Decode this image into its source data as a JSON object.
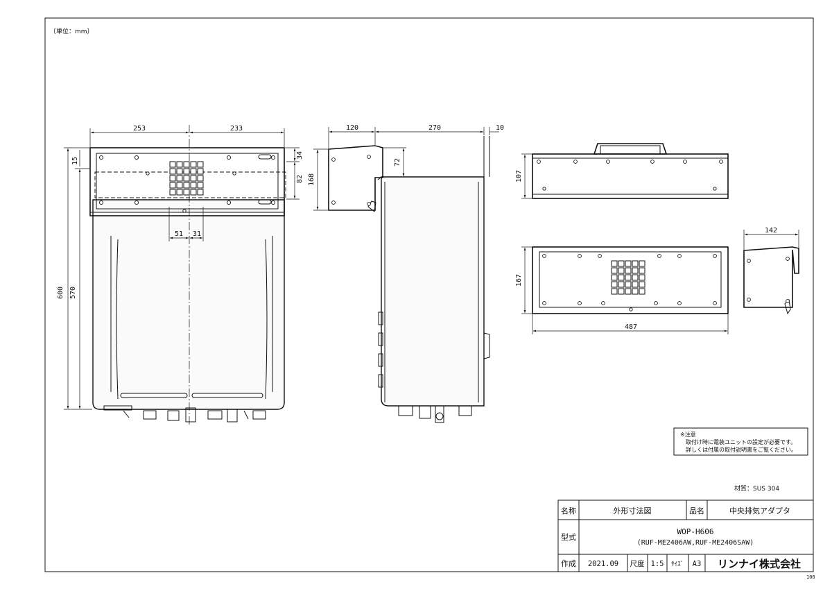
{
  "drawing": {
    "unit_note": "〔単位：mm〕",
    "dims": {
      "front_left_width": "253",
      "front_right_width": "233",
      "front_top_offset": "15",
      "front_height_total": "600",
      "front_height_body": "570",
      "front_adapter_height": "34",
      "front_adapter_slot": "82",
      "front_grille_left": "51",
      "front_grille_right": "31",
      "side_bracket_depth": "120",
      "side_body_depth": "270",
      "side_gap": "10",
      "side_adapter_height": "168",
      "side_adapter_offset": "72",
      "top_view_depth": "107",
      "plate_height": "167",
      "plate_width": "487",
      "bracket_width": "142"
    },
    "note": {
      "title": "※注意",
      "line1": "取付け時に電装ユニットの設定が必要です。",
      "line2": "詳しくは付属の取付説明書をご覧ください。"
    },
    "material": "材質：SUS 304",
    "page_number": "100"
  },
  "title_block": {
    "name_label": "名称",
    "name_value": "外形寸法図",
    "product_label": "品名",
    "product_value": "中央排気アダプタ",
    "model_label": "型式",
    "model_value": "WOP-H606",
    "model_sub": "(RUF-ME2406AW,RUF-ME2406SAW)",
    "made_label": "作成",
    "made_value": "2021.09",
    "scale_label": "尺度",
    "scale_value": "1:5",
    "size_label": "ｻｲｽﾞ",
    "size_value": "A3",
    "company": "リンナイ株式会社"
  }
}
